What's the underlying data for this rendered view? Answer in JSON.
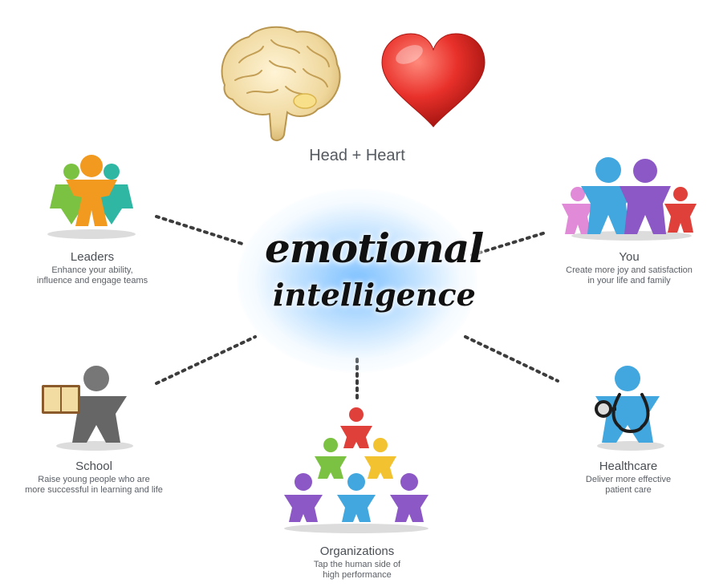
{
  "center": {
    "line1": "emotional",
    "line2": "intelligence"
  },
  "top": {
    "label": "Head + Heart",
    "icons": [
      "brain-icon",
      "heart-icon"
    ]
  },
  "nodes": {
    "leaders": {
      "title": "Leaders",
      "desc1": "Enhance your ability,",
      "desc2": "influence and engage teams",
      "icon": "people-group-icon"
    },
    "you": {
      "title": "You",
      "desc1": "Create more joy and satisfaction",
      "desc2": "in your life and family",
      "icon": "family-icon"
    },
    "school": {
      "title": "School",
      "desc1": "Raise young people who are",
      "desc2": "more successful in learning and life",
      "icon": "student-book-icon"
    },
    "organizations": {
      "title": "Organizations",
      "desc1": "Tap the human side of",
      "desc2": "high performance",
      "icon": "people-pyramid-icon"
    },
    "healthcare": {
      "title": "Healthcare",
      "desc1": "Deliver more effective",
      "desc2": "patient care",
      "icon": "doctor-stethoscope-icon"
    }
  },
  "colors": {
    "orange": "#f29a1f",
    "green": "#7cc242",
    "teal": "#2fb7a3",
    "pink": "#e08ad8",
    "purple": "#8b58c6",
    "lightblue": "#41a7de",
    "red": "#e0403a",
    "yellow": "#f2c230",
    "gray": "#666666",
    "text": "#555a60",
    "heart": "#e8302a",
    "brain": "#f0d9a0"
  }
}
